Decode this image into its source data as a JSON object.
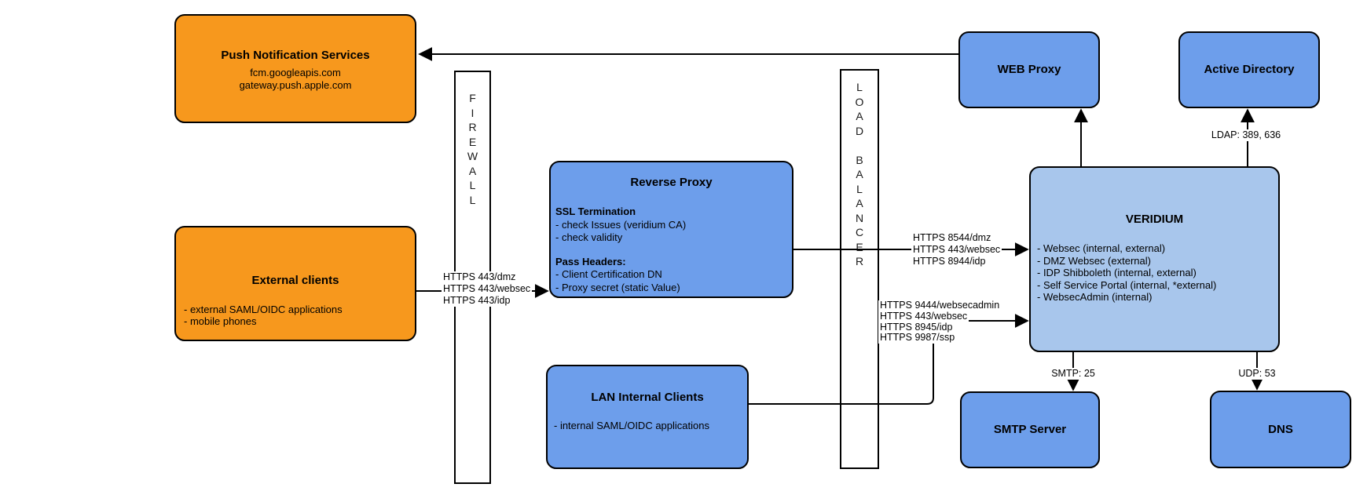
{
  "diagram": {
    "nodes": {
      "push": {
        "title": "Push Notification Services",
        "lines": [
          "fcm.googleapis.com",
          "gateway.push.apple.com"
        ]
      },
      "external": {
        "title": "External clients",
        "items": [
          "- external SAML/OIDC applications",
          "- mobile phones"
        ]
      },
      "firewall": {
        "label": "F\nI\nR\nE\nW\nA\nL\nL"
      },
      "reverse_proxy": {
        "title": "Reverse Proxy",
        "sections": [
          {
            "heading": "SSL Termination",
            "items": [
              "- check Issues (veridium CA)",
              "- check validity"
            ]
          },
          {
            "heading": "Pass Headers:",
            "items": [
              "- Client Certification DN",
              "- Proxy secret (static Value)"
            ]
          }
        ]
      },
      "lan": {
        "title": "LAN Internal Clients",
        "items": [
          "- internal SAML/OIDC applications"
        ]
      },
      "load_balancer": {
        "label": "L\nO\nA\nD\n \nB\nA\nL\nA\nN\nC\nE\nR"
      },
      "web_proxy": {
        "title": "WEB Proxy"
      },
      "active_directory": {
        "title": "Active Directory"
      },
      "veridium": {
        "title": "VERIDIUM",
        "items": [
          "- Websec (internal, external)",
          "- DMZ Websec (external)",
          "- IDP Shibboleth (internal, external)",
          "- Self Service Portal (internal, *external)",
          "- WebsecAdmin (internal)"
        ]
      },
      "smtp": {
        "title": "SMTP Server"
      },
      "dns": {
        "title": "DNS"
      }
    },
    "edge_labels": {
      "ext_to_rp": [
        "HTTPS 443/dmz",
        "HTTPS 443/websec",
        "HTTPS 443/idp"
      ],
      "rp_to_veridium": [
        "HTTPS 8544/dmz",
        "HTTPS 443/websec",
        "HTTPS 8944/idp"
      ],
      "lan_to_veridium": [
        "HTTPS 9444/websecadmin",
        "HTTPS 443/websec",
        "HTTPS 8945/idp",
        "HTTPS 9987/ssp"
      ],
      "ldap": "LDAP: 389, 636",
      "smtp": "SMTP: 25",
      "udp": "UDP: 53"
    },
    "colors": {
      "orange": "#F7981D",
      "blue": "#6D9EEB",
      "light_blue": "#A8C6EC",
      "line": "#000000"
    }
  }
}
